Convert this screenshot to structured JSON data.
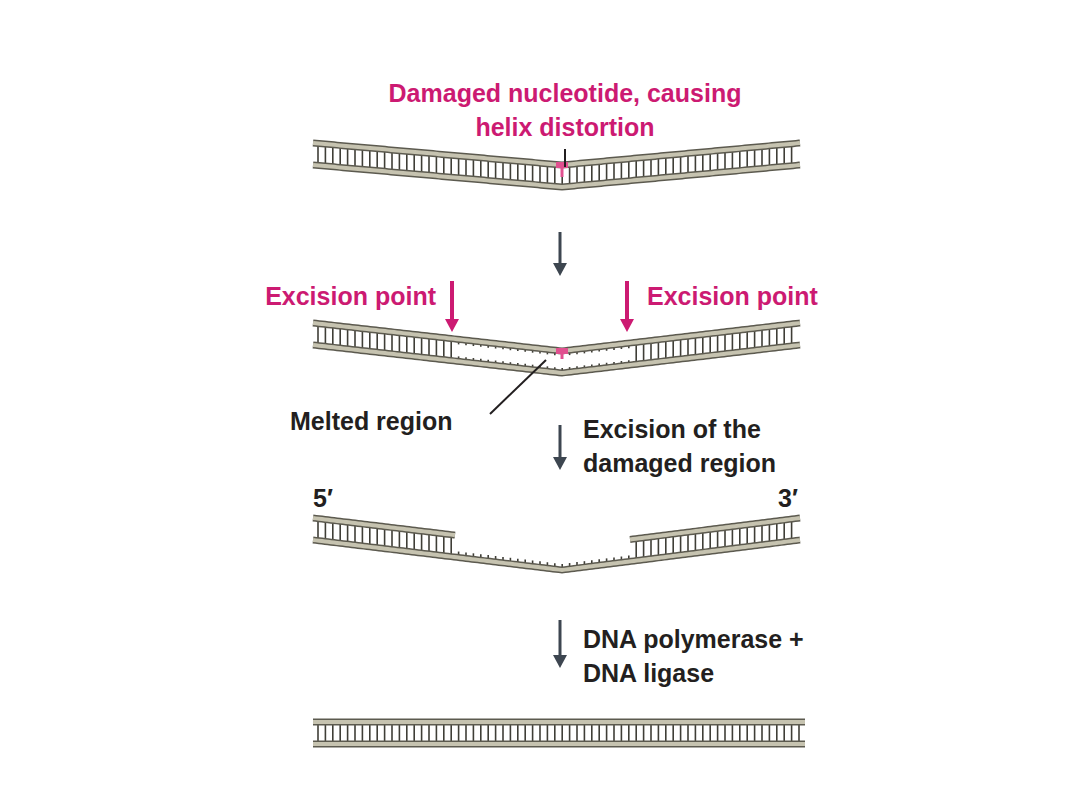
{
  "diagram": {
    "labels": [
      "Damaged nucleotide, causing helix distortion",
      "Excision point",
      "Excision point",
      "Melted region",
      "Excision of the damaged region",
      "5′",
      "3′",
      "DNA polymerase + DNA ligase"
    ]
  }
}
